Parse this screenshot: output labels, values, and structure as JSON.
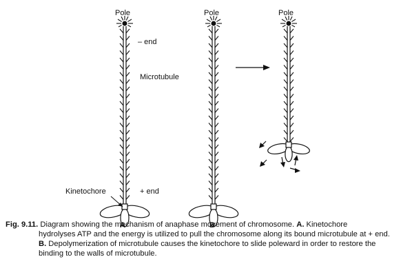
{
  "labels": {
    "pole_a": "Pole",
    "pole_b": "Pole",
    "pole_c": "Pole",
    "minus_end": "– end",
    "microtubule": "Microtubule",
    "kinetochore": "Kinetochore",
    "plus_end": "+ end",
    "panel_a": "A",
    "panel_b": "B"
  },
  "caption": {
    "fig_no": "Fig. 9.11.",
    "line1": "Diagram showing the mechanism of anaphase movement of chromosome.",
    "part_a_label": "A.",
    "part_a_start": "Kinetochore",
    "part_a_cont": "hydrolyses ATP and the energy is utilized to pull the chromosome along its bound microtubule at + end.",
    "part_b_label": "B.",
    "part_b_text": "Depolymerization of microtubule causes the kinetochore to slide poleward in order to restore the binding to the walls of microtubule."
  }
}
